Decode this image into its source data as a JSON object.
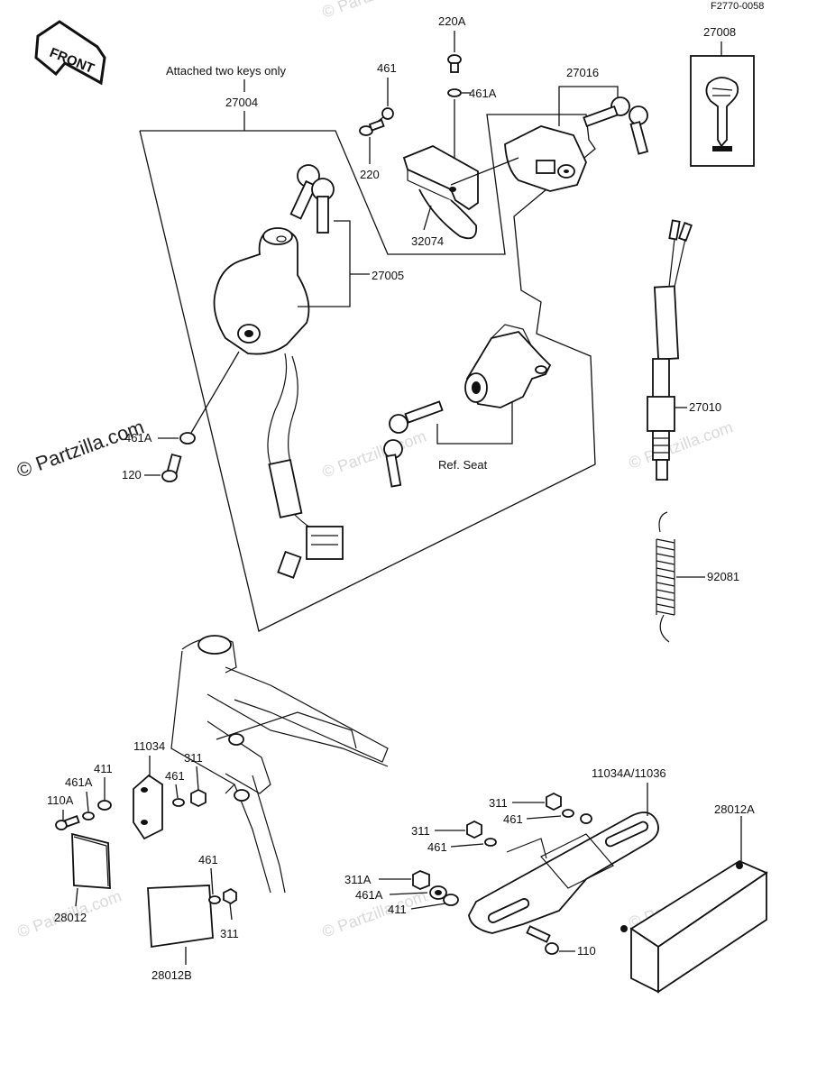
{
  "header": {
    "ref_code": "F2770-0058",
    "front_label": "FRONT",
    "note": "Attached two keys only"
  },
  "watermark": {
    "brand": "© Partzilla.com"
  },
  "parts": {
    "p27004": "27004",
    "p27005": "27005",
    "p27008": "27008",
    "p27016": "27016",
    "p27010": "27010",
    "p92081": "92081",
    "p32074": "32074",
    "p220A": "220A",
    "p220": "220",
    "p461_top": "461",
    "p461A_top": "461A",
    "p461A_left": "461A",
    "p120": "120",
    "ref_seat": "Ref. Seat",
    "p11034": "11034",
    "p411_left": "411",
    "p461A_bl": "461A",
    "p110A": "110A",
    "p461_bl": "461",
    "p311_bl": "311",
    "p28012": "28012",
    "p461_b2": "461",
    "p311_b2": "311",
    "p28012B": "28012B",
    "p11034A": "11034A/11036",
    "p311_r1": "311",
    "p461_r1": "461",
    "p311_r2": "311",
    "p461_r2": "461",
    "p311A": "311A",
    "p461A_r": "461A",
    "p411_r": "411",
    "p110": "110",
    "p28012A": "28012A"
  }
}
